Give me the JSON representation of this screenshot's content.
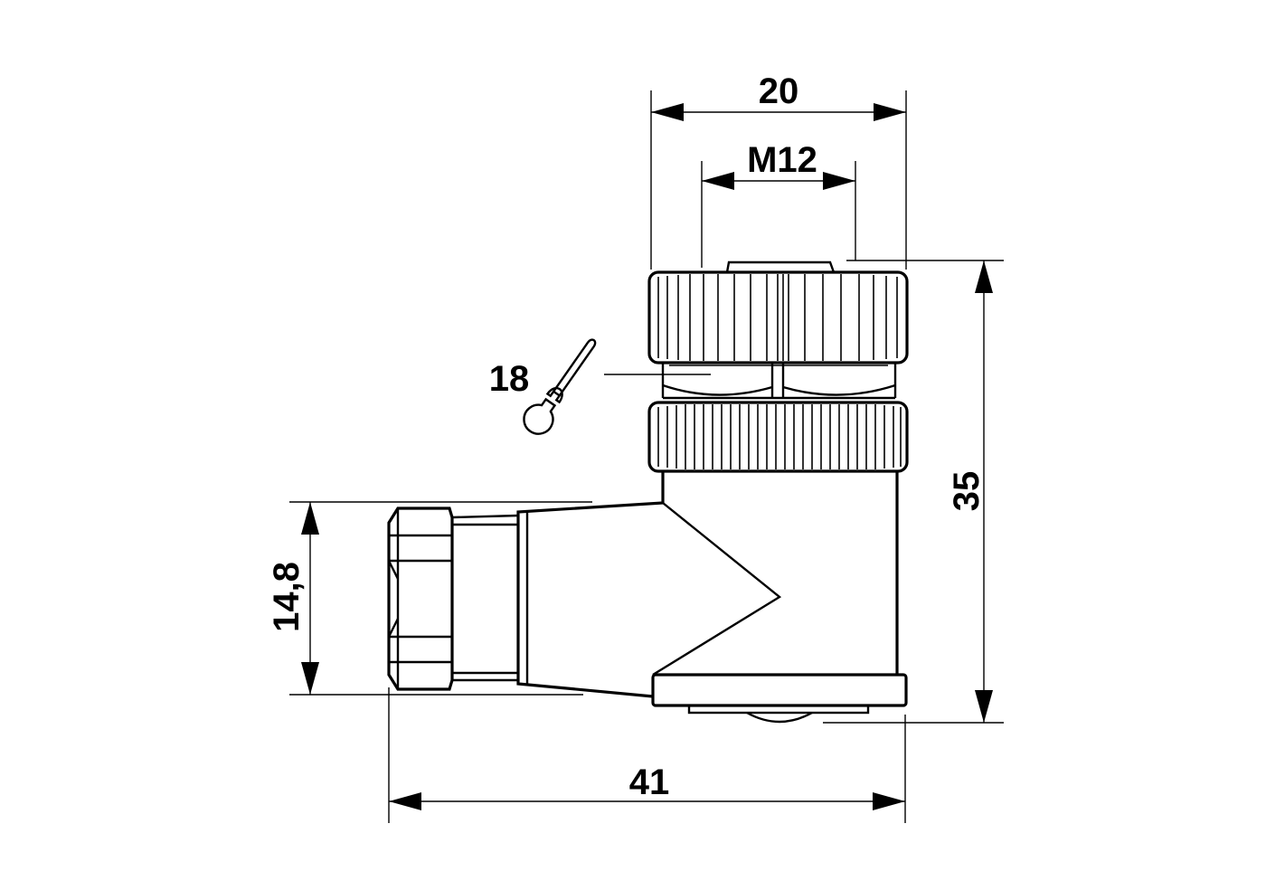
{
  "dimensions": {
    "width_overall": "20",
    "thread": "M12",
    "wrench_size": "18",
    "height_overall": "35",
    "cable_nut_height": "14,8",
    "length_overall": "41"
  },
  "icons": {
    "wrench": "wrench-icon"
  },
  "colors": {
    "line": "#000000",
    "background": "#ffffff"
  }
}
